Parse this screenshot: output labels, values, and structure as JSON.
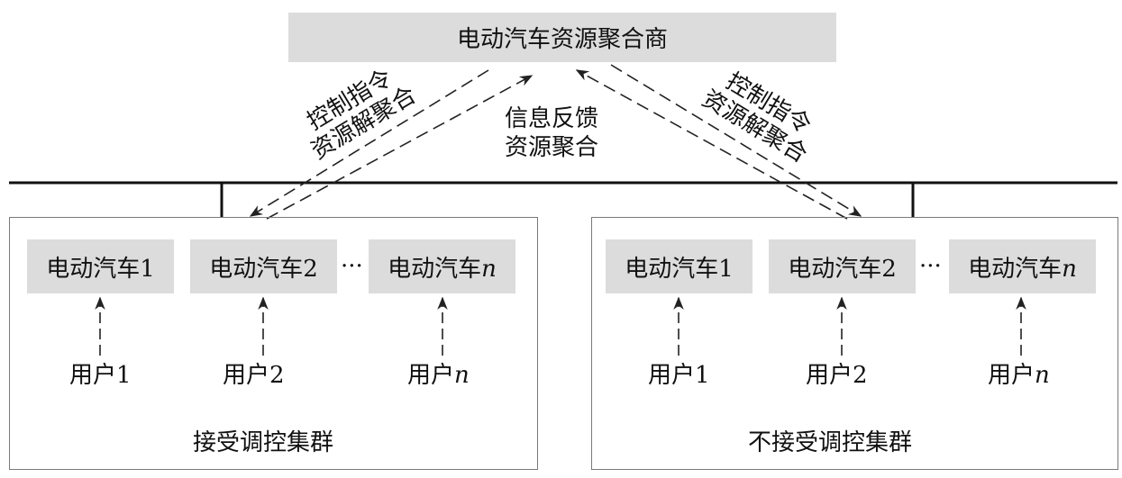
{
  "aggregator": {
    "label": "电动汽车资源聚合商"
  },
  "left_arrows": {
    "line1": "控制指令",
    "line2": "资源解聚合"
  },
  "middle": {
    "line1": "信息反馈",
    "line2": "资源聚合"
  },
  "right_arrows": {
    "line1": "控制指令",
    "line2": "资源解聚合"
  },
  "clusters": [
    {
      "title": "接受调控集群",
      "ev": [
        "电动汽车1",
        "电动汽车2",
        "电动汽车"
      ],
      "ev_n_suffix": "n",
      "dots": "···",
      "users": [
        "用户1",
        "用户2",
        "用户"
      ],
      "user_n_suffix": "n"
    },
    {
      "title": "不接受调控集群",
      "ev": [
        "电动汽车1",
        "电动汽车2",
        "电动汽车"
      ],
      "ev_n_suffix": "n",
      "dots": "···",
      "users": [
        "用户1",
        "用户2",
        "用户"
      ],
      "user_n_suffix": "n"
    }
  ]
}
